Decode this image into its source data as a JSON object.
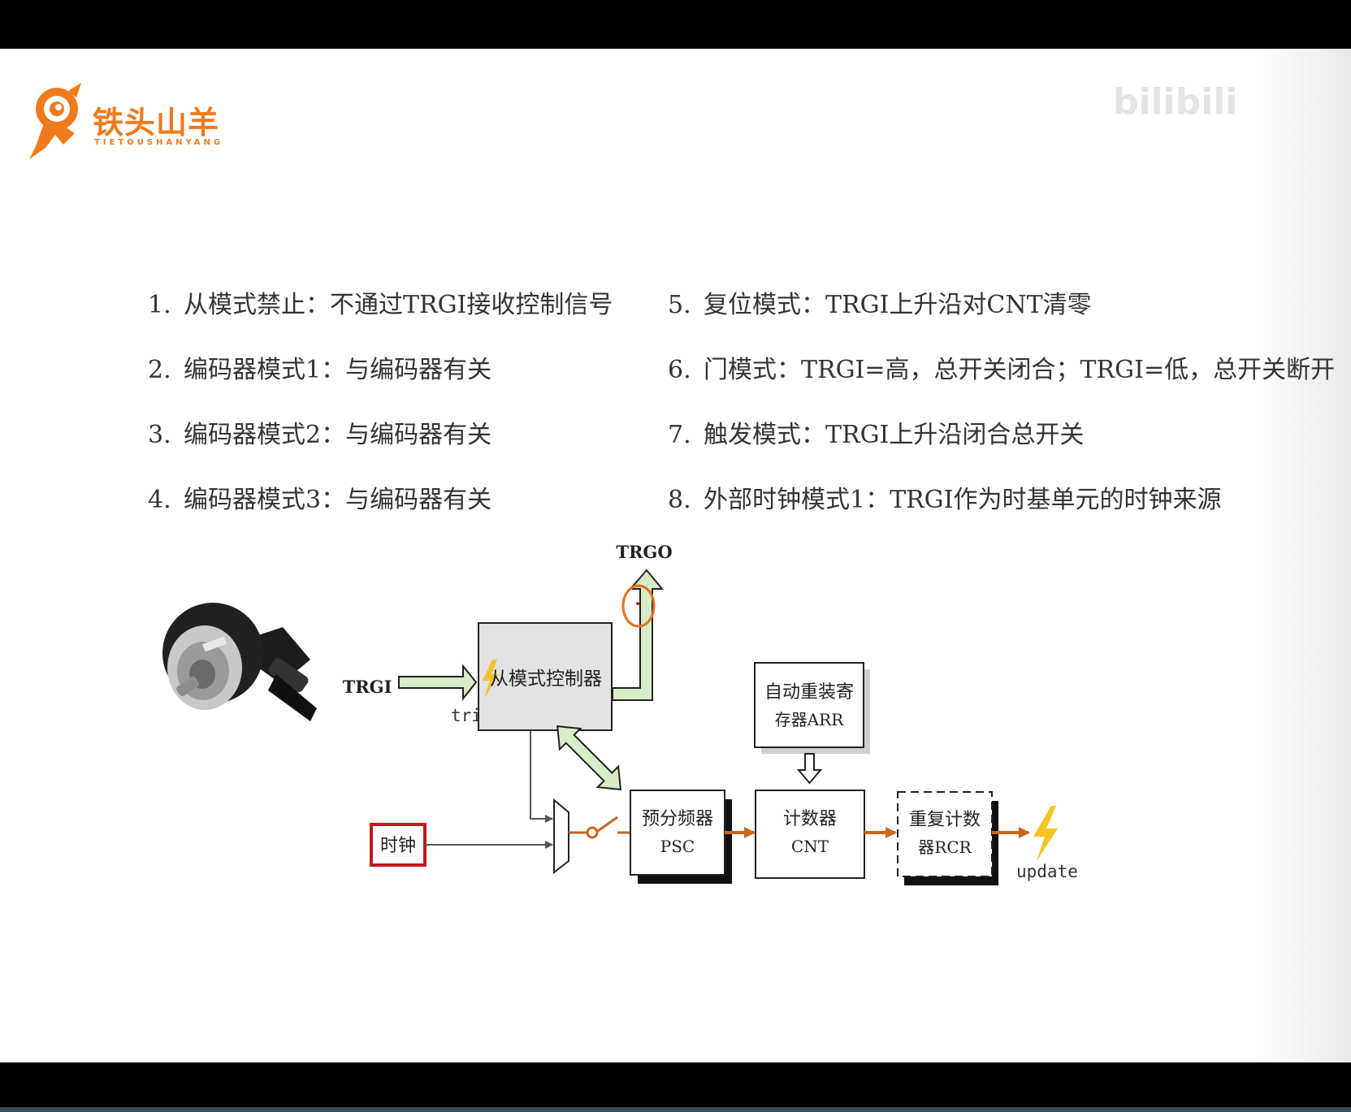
{
  "logo": {
    "name_cn": "铁头山羊",
    "name_en": "TIETOUSHANYANG"
  },
  "watermark": "bilibili",
  "modes": [
    {
      "num": "1.",
      "text": "从模式禁止：不通过TRGI接收控制信号"
    },
    {
      "num": "2.",
      "text": "编码器模式1：与编码器有关"
    },
    {
      "num": "3.",
      "text": "编码器模式2：与编码器有关"
    },
    {
      "num": "4.",
      "text": "编码器模式3：与编码器有关"
    },
    {
      "num": "5.",
      "text": "复位模式：TRGI上升沿对CNT清零"
    },
    {
      "num": "6.",
      "text": "门模式：TRGI=高，总开关闭合；TRGI=低，总开关断开"
    },
    {
      "num": "7.",
      "text": "触发模式：TRGI上升沿闭合总开关"
    },
    {
      "num": "8.",
      "text": "外部时钟模式1：TRGI作为时基单元的时钟来源"
    }
  ],
  "diagram": {
    "trgo": "TRGO",
    "trgi": "TRGI",
    "trigger": "trigger",
    "slave_controller": "从模式控制器",
    "clock": "时钟",
    "arr_line1": "自动重装寄",
    "arr_line2": "存器ARR",
    "psc_line1": "预分频器",
    "psc_line2": "PSC",
    "cnt_line1": "计数器",
    "cnt_line2": "CNT",
    "rcr_line1": "重复计数",
    "rcr_line2": "器RCR",
    "update": "update"
  },
  "colors": {
    "accent_orange": "#f07a1c",
    "arrow_green_fill": "#d6edc7",
    "arrow_orange": "#c8661f",
    "clock_border": "#c0191b",
    "controller_fill": "#e3e3e3"
  },
  "icons": [
    "goat-logo-icon",
    "encoder-image",
    "lightning-icon"
  ]
}
